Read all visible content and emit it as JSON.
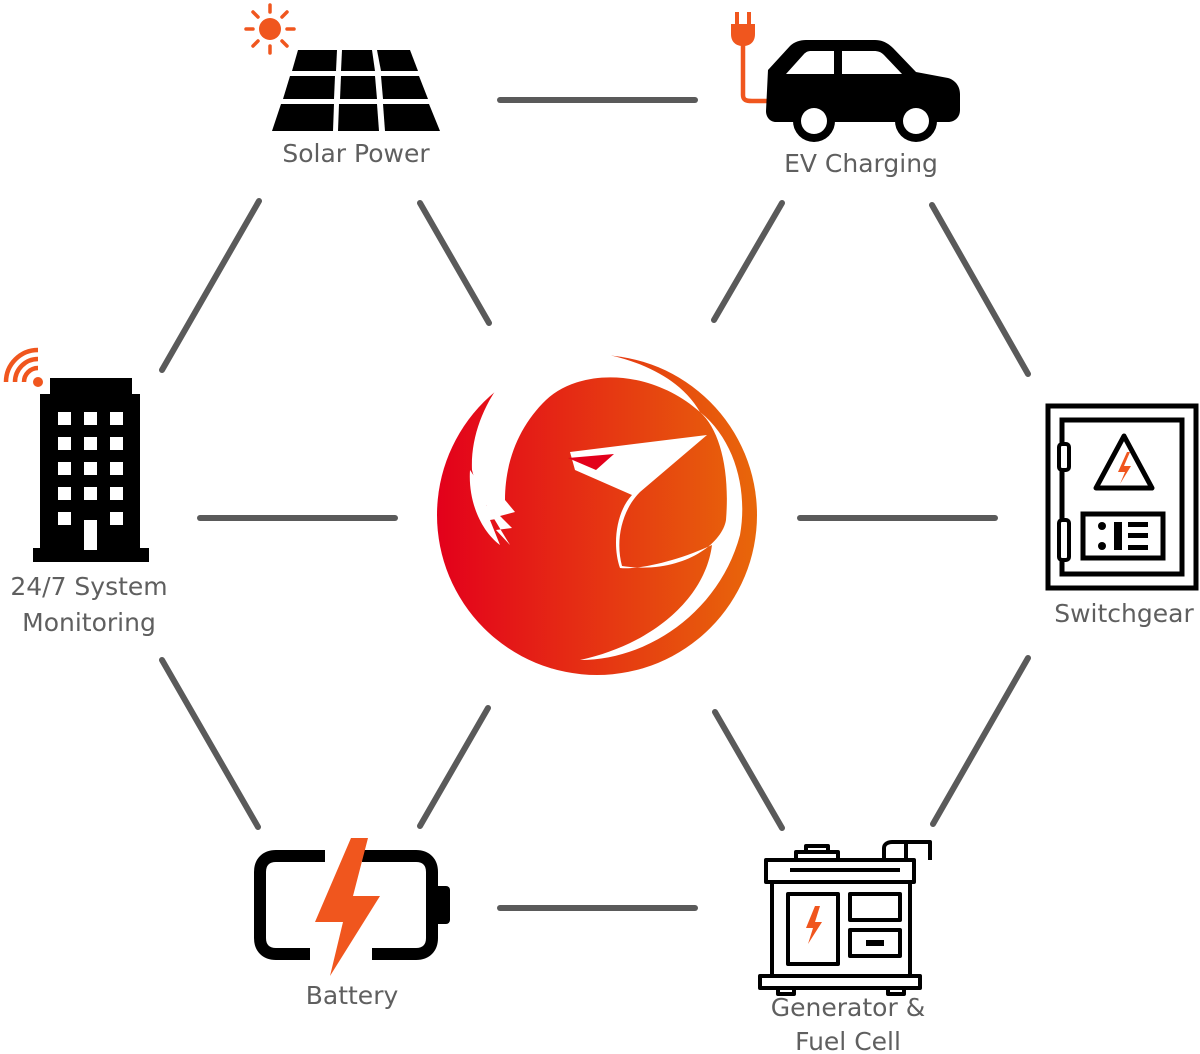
{
  "nodes": {
    "solar": {
      "label": "Solar Power",
      "icon": "solar-panel-icon"
    },
    "ev": {
      "label": "EV Charging",
      "icon": "electric-car-icon"
    },
    "monitoring": {
      "label_line1": "24/7 System",
      "label_line2": "Monitoring",
      "icon": "building-wifi-icon"
    },
    "switchgear": {
      "label": "Switchgear",
      "icon": "switchgear-cabinet-icon"
    },
    "battery": {
      "label": "Battery",
      "icon": "battery-bolt-icon"
    },
    "generator": {
      "label_line1": "Generator &",
      "label_line2": "Fuel Cell",
      "icon": "generator-icon"
    }
  },
  "center": {
    "icon": "phoenix-logo-icon"
  },
  "colors": {
    "accent": "#f0561e",
    "icon": "#000000",
    "connector": "#5a5a5a",
    "label": "#5f5f5f",
    "logo_start": "#e3001b",
    "logo_end": "#e8670a"
  }
}
